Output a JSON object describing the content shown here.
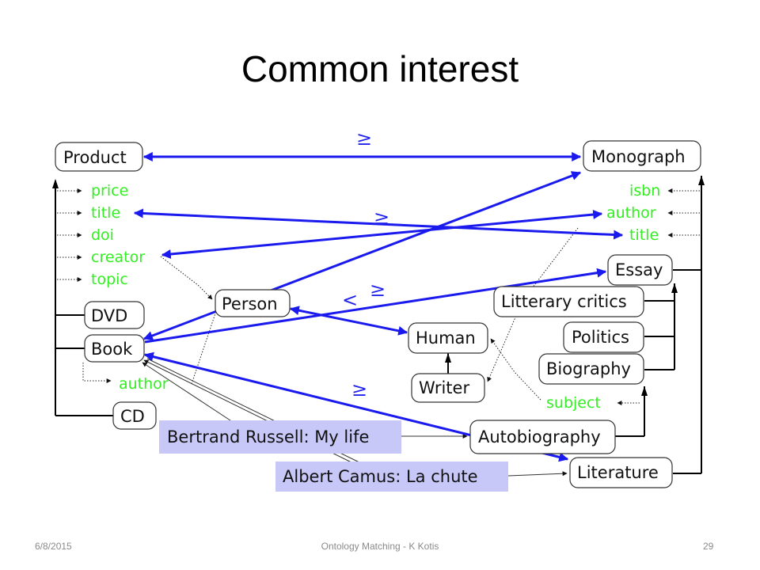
{
  "title": "Common interest",
  "footer": {
    "date": "6/8/2015",
    "center": "Ontology Matching - K Kotis",
    "page": "29"
  },
  "left_ontology": {
    "root": "Product",
    "properties": [
      "price",
      "title",
      "doi",
      "creator",
      "topic"
    ],
    "classes": [
      "DVD",
      "Book",
      "CD",
      "Person"
    ],
    "book_property": "author"
  },
  "right_ontology": {
    "root": "Monograph",
    "properties": [
      "isbn",
      "author",
      "title"
    ],
    "classes": [
      "Essay",
      "Litterary critics",
      "Politics",
      "Biography",
      "Autobiography",
      "Literature",
      "Human",
      "Writer"
    ],
    "subject_property": "subject"
  },
  "instances": [
    "Bertrand Russell: My life",
    "Albert Camus: La chute"
  ],
  "relations": {
    "geq": "≥",
    "lt": "<"
  },
  "colors": {
    "correspondence": "#1a1aee",
    "property": "#33ee22",
    "instance_fill": "#c8c8f8"
  }
}
